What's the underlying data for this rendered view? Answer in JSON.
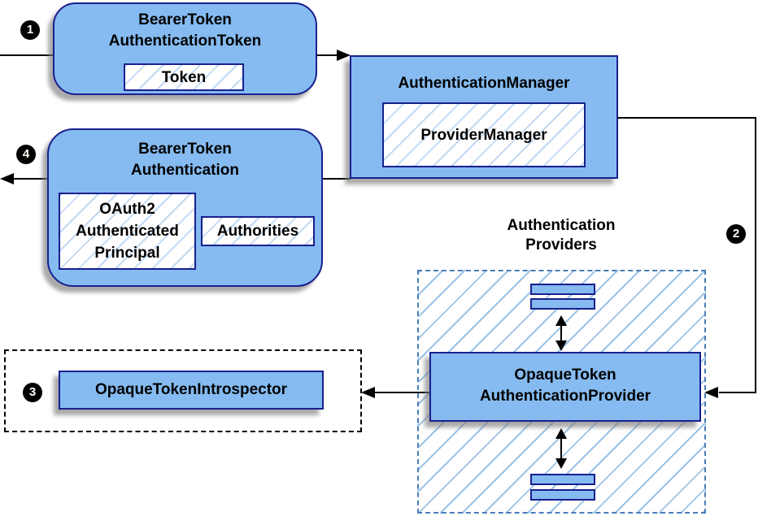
{
  "colors": {
    "node_fill": "#85bbf0",
    "node_border": "#191f8f",
    "hatch_line": "#9cc3e8",
    "inner_hatch_line": "#c2d9f2",
    "providers_dashed_border": "#4b7db8",
    "introspector_dashed_border": "#000000",
    "edge": "#000000",
    "badge_background": "#000000",
    "badge_text": "#fffdf5"
  },
  "badges": {
    "step1": "1",
    "step2": "2",
    "step3": "3",
    "step4": "4"
  },
  "nodes": {
    "bearer_token_authentication_token": {
      "title": [
        "BearerToken",
        "AuthenticationToken"
      ],
      "member": "Token"
    },
    "authentication_manager": {
      "title": "AuthenticationManager",
      "member": "ProviderManager"
    },
    "bearer_token_authentication": {
      "title": [
        "BearerToken",
        "Authentication"
      ],
      "member_principal": [
        "OAuth2",
        "Authenticated",
        "Principal"
      ],
      "member_authorities": "Authorities"
    },
    "opaque_token_authentication_provider": {
      "title": [
        "OpaqueToken",
        "AuthenticationProvider"
      ]
    },
    "opaque_token_introspector": {
      "title": "OpaqueTokenIntrospector"
    }
  },
  "captions": {
    "authentication_providers": [
      "Authentication",
      "Providers"
    ]
  }
}
